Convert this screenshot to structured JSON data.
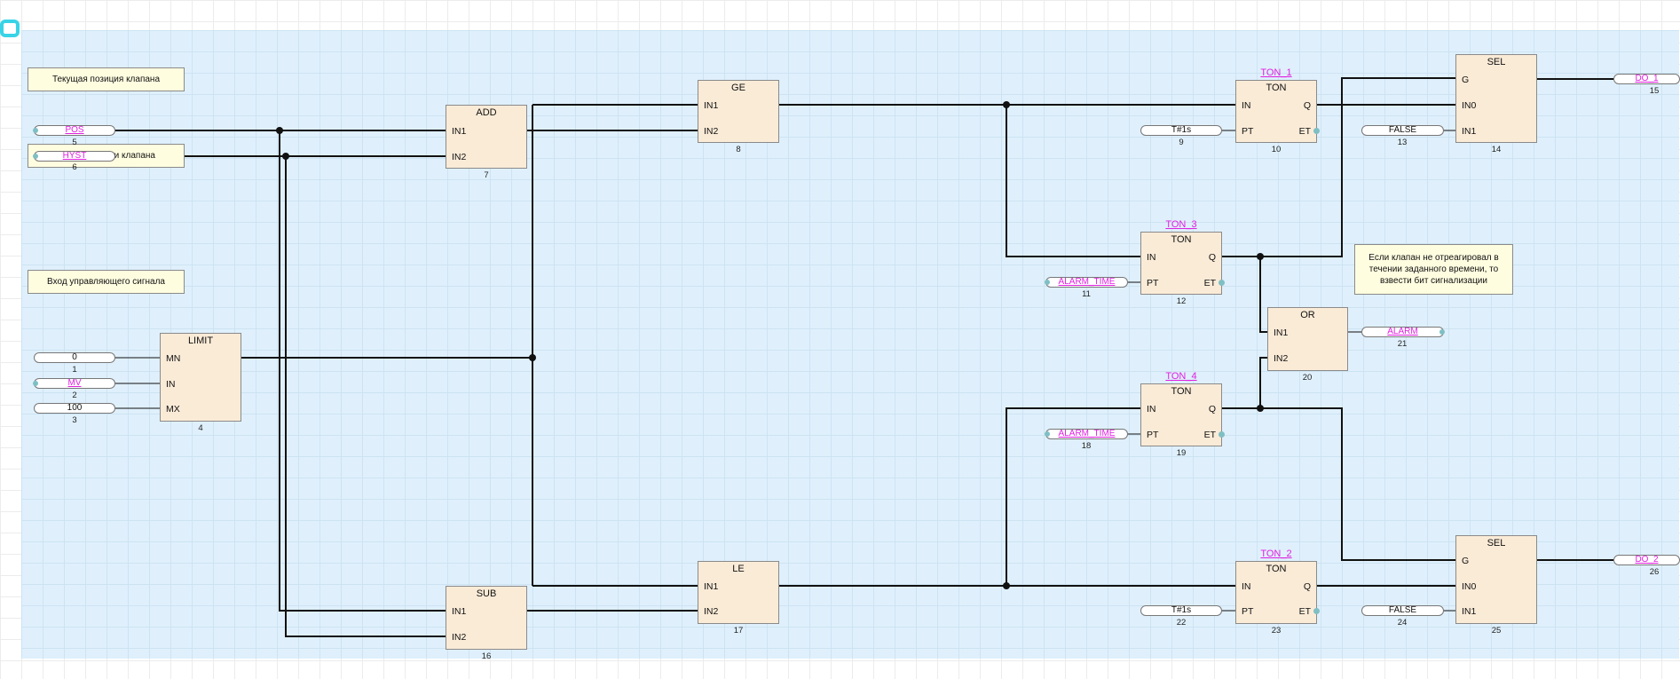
{
  "comments": {
    "valve_position": "Текущая позиция клапана",
    "hidden_partial": "...ции клапана",
    "control_signal": "Вход управляющего сигнала",
    "alarm_note": "Если клапан не отреагировал в течении заданного времени, то взвести бит сигнализации"
  },
  "vars": {
    "pos": {
      "label": "POS",
      "index": "5"
    },
    "hyst": {
      "label": "HYST",
      "index": "6"
    },
    "const0": {
      "label": "0",
      "index": "1"
    },
    "mv": {
      "label": "MV",
      "index": "2"
    },
    "const100": {
      "label": "100",
      "index": "3"
    },
    "t1s_a": {
      "label": "T#1s",
      "index": "9"
    },
    "false_a": {
      "label": "FALSE",
      "index": "13"
    },
    "alarm_time_a": {
      "label": "ALARM_TIME",
      "index": "11"
    },
    "alarm": {
      "label": "ALARM",
      "index": "21"
    },
    "alarm_time_b": {
      "label": "ALARM_TIME",
      "index": "18"
    },
    "t1s_b": {
      "label": "T#1s",
      "index": "22"
    },
    "false_b": {
      "label": "FALSE",
      "index": "24"
    },
    "do1": {
      "label": "DO_1",
      "index": "15"
    },
    "do2": {
      "label": "DO_2",
      "index": "26"
    }
  },
  "blocks": {
    "limit": {
      "type": "LIMIT",
      "index": "4",
      "pins": [
        "MN",
        "IN",
        "MX"
      ]
    },
    "add": {
      "type": "ADD",
      "index": "7",
      "pins": [
        "IN1",
        "IN2"
      ]
    },
    "sub": {
      "type": "SUB",
      "index": "16",
      "pins": [
        "IN1",
        "IN2"
      ]
    },
    "ge": {
      "type": "GE",
      "index": "8",
      "pins": [
        "IN1",
        "IN2"
      ]
    },
    "le": {
      "type": "LE",
      "index": "17",
      "pins": [
        "IN1",
        "IN2"
      ]
    },
    "ton1": {
      "type": "TON",
      "instance": "TON_1",
      "index": "10",
      "pins": [
        "IN",
        "PT"
      ],
      "outs": [
        "Q",
        "ET"
      ]
    },
    "ton3": {
      "type": "TON",
      "instance": "TON_3",
      "index": "12",
      "pins": [
        "IN",
        "PT"
      ],
      "outs": [
        "Q",
        "ET"
      ]
    },
    "ton4": {
      "type": "TON",
      "instance": "TON_4",
      "index": "19",
      "pins": [
        "IN",
        "PT"
      ],
      "outs": [
        "Q",
        "ET"
      ]
    },
    "ton2": {
      "type": "TON",
      "instance": "TON_2",
      "index": "23",
      "pins": [
        "IN",
        "PT"
      ],
      "outs": [
        "Q",
        "ET"
      ]
    },
    "or": {
      "type": "OR",
      "index": "20",
      "pins": [
        "IN1",
        "IN2"
      ]
    },
    "sel1": {
      "type": "SEL",
      "index": "14",
      "pins": [
        "G",
        "IN0",
        "IN1"
      ]
    },
    "sel2": {
      "type": "SEL",
      "index": "25",
      "pins": [
        "G",
        "IN0",
        "IN1"
      ]
    }
  }
}
